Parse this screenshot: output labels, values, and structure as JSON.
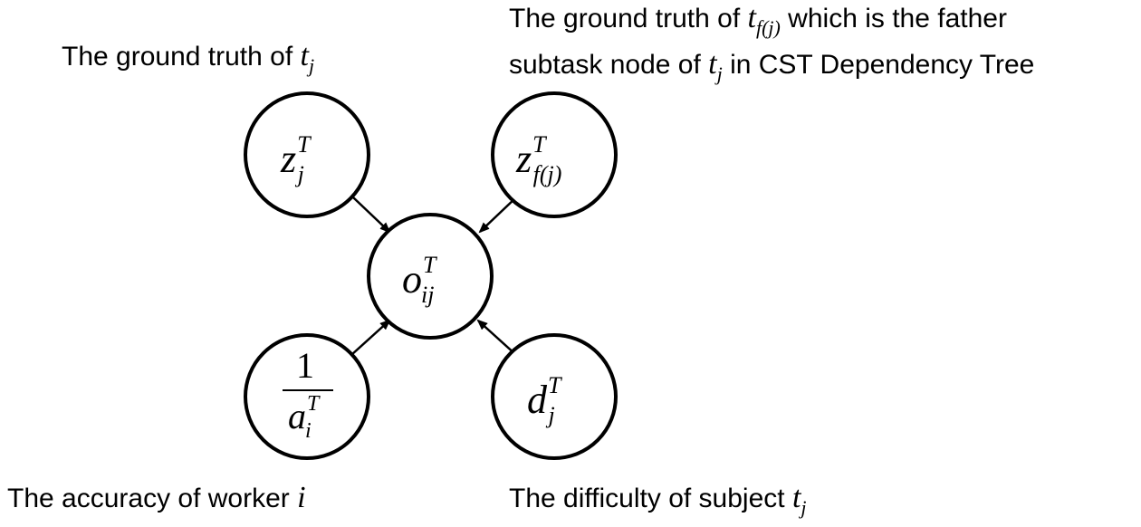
{
  "captions": {
    "top_left": {
      "text": "The ground truth of ",
      "var": "t",
      "sub": "j"
    },
    "top_right_line1": {
      "text": "The ground truth of ",
      "var": "t",
      "sub": "f(j)",
      "tail": " which is the  father"
    },
    "top_right_line2": {
      "text": "subtask node of ",
      "var": "t",
      "sub": "j",
      "tail": " in CST Dependency Tree"
    },
    "bottom_left": {
      "text": "The accuracy of worker ",
      "var": "i"
    },
    "bottom_right": {
      "text": "The difficulty of subject ",
      "var": "t",
      "sub": "j"
    }
  },
  "nodes": {
    "z_j": {
      "base": "z",
      "sup": "T",
      "sub": "j"
    },
    "z_fj": {
      "base": "z",
      "sup": "T",
      "sub": "f(j)"
    },
    "o_ij": {
      "base": "o",
      "sup": "T",
      "sub": "ij"
    },
    "a_i": {
      "numerator": "1",
      "base": "a",
      "sup": "T",
      "sub": "i"
    },
    "d_j": {
      "base": "d",
      "sup": "T",
      "sub": "j"
    }
  }
}
